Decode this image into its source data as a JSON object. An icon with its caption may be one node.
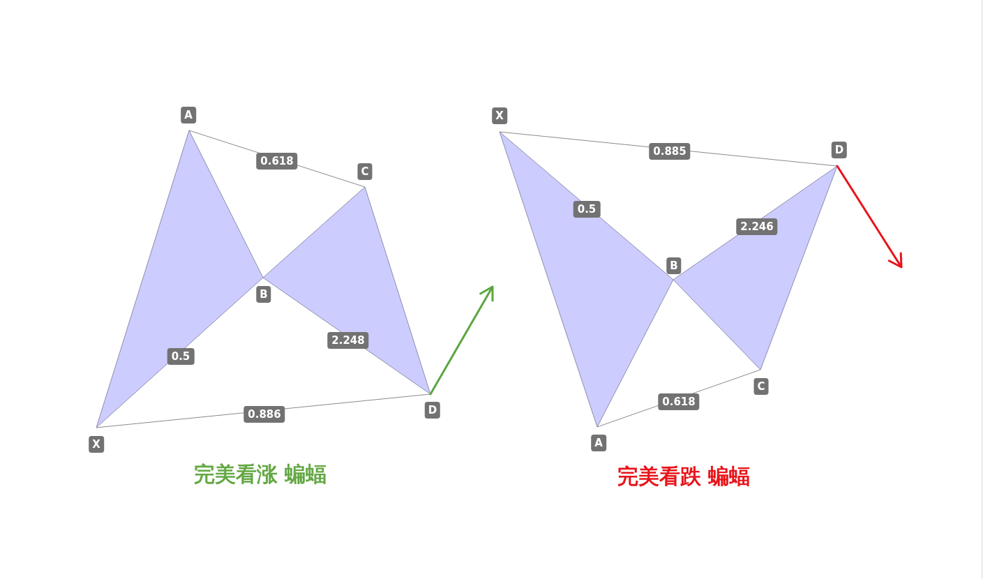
{
  "diagram": {
    "labels": [
      "A",
      "0.618",
      "C",
      "B",
      "2.248",
      "0.5",
      "D",
      "0.886",
      "X",
      "完美看涨 蝙蝠",
      "X",
      "D",
      "0.885",
      "0.5",
      "2.246",
      "B",
      "C",
      "0.618",
      "A",
      "完美看跌 蝙蝠"
    ]
  }
}
